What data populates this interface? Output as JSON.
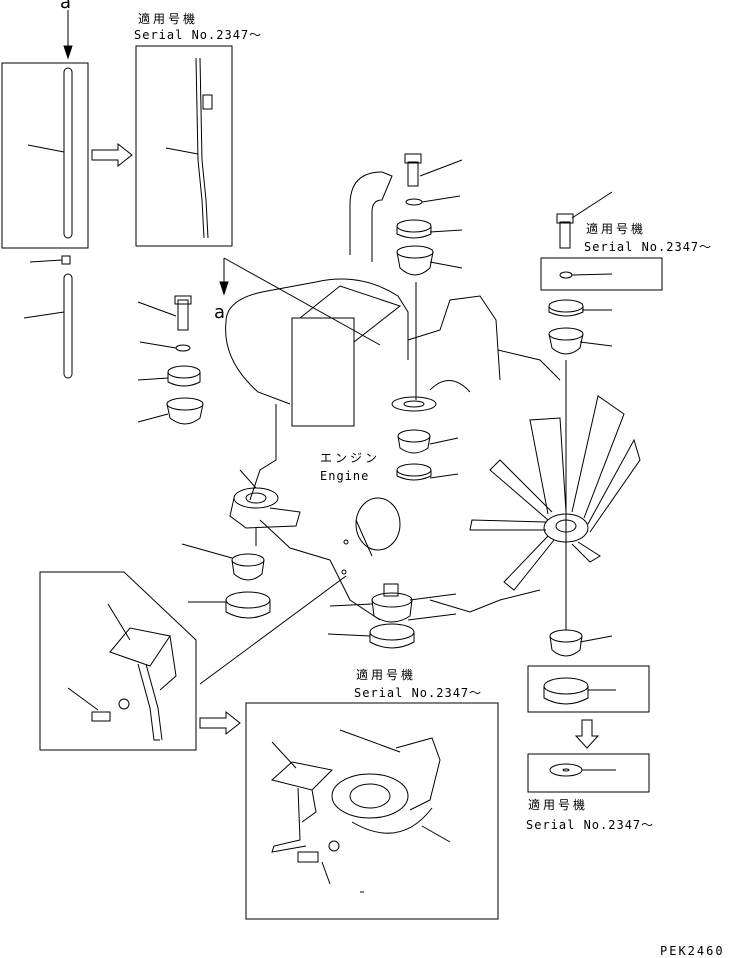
{
  "labels": {
    "view_marker_top": "a",
    "view_marker_mid": "a",
    "applicable_jp": "適用号機",
    "serial": "Serial No.2347～",
    "engine_jp": "エンジン",
    "engine_en": "Engine",
    "drawing_code": "PEK2460"
  }
}
